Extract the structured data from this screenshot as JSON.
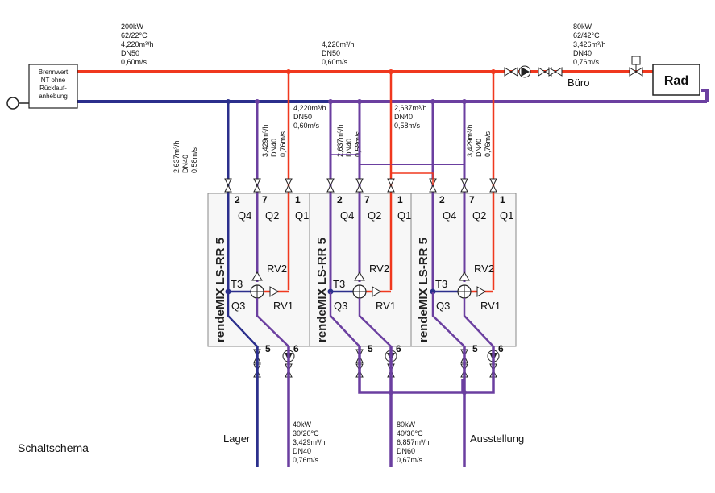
{
  "caption": "Schaltschema",
  "boiler": {
    "lines": [
      "Brennwert",
      "NT ohne",
      "Rücklauf-",
      "anhebung"
    ]
  },
  "rad_label": "Rad",
  "buero_label": "Büro",
  "lager_label": "Lager",
  "ausstellung_label": "Ausstellung",
  "ann_main": [
    "200kW",
    "62/22°C",
    "4,220m³/h",
    "DN50",
    "0,60m/s"
  ],
  "ann_mid": [
    "4,220m³/h",
    "DN50",
    "0,60m/s"
  ],
  "ann_rad": [
    "80kW",
    "62/42°C",
    "3,426m³/h",
    "DN40",
    "0,76m/s"
  ],
  "ann_ret_a": [
    "4,220m³/h",
    "DN50",
    "0,60m/s"
  ],
  "ann_ret_b": [
    "2,637m³/h",
    "DN40",
    "0,58m/s"
  ],
  "ann_lager_out": [
    "40kW",
    "30/20°C",
    "3,429m³/h",
    "DN40",
    "0,76m/s"
  ],
  "ann_ausst_out": [
    "80kW",
    "40/30°C",
    "6,857m³/h",
    "DN60",
    "0,67m/s"
  ],
  "vert_left": [
    "2,637m³/h",
    "DN40",
    "0,58m/s"
  ],
  "vert_m1": [
    "3,429m³/h",
    "DN40",
    "0,76m/s"
  ],
  "vert_m2": [
    "2,637m³/h",
    "DN40",
    "0,58m/s"
  ],
  "vert_m3": [
    "3,429m³/h",
    "DN40",
    "0,76m/s"
  ],
  "module": {
    "brand": "rendeMIX LS-RR 5",
    "port_2": "2",
    "port_7": "7",
    "port_1": "1",
    "port_5": "5",
    "port_6": "6",
    "q4": "Q4",
    "q2": "Q2",
    "q1": "Q1",
    "q3": "Q3",
    "rv2": "RV2",
    "rv1": "RV1",
    "t3": "T3"
  },
  "colors": {
    "supply": "#f0381e",
    "return": "#2b2f8c",
    "mix": "#6b3fa0"
  }
}
